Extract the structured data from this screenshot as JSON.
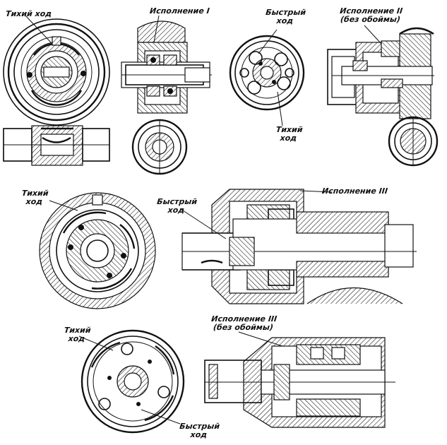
{
  "labels": {
    "slow_1": "Тихий ход",
    "variant_1": "Исполнение I",
    "fast_1_line1": "Быстрый",
    "fast_1_line2": "ход",
    "variant_2_line1": "Исполнение II",
    "variant_2_line2": "(без обоймы)",
    "slow_2_line1": "Тихий",
    "slow_2_line2": "ход",
    "slow_3_line1": "Тихий",
    "slow_3_line2": "ход",
    "fast_2_line1": "Быстрый",
    "fast_2_line2": "ход",
    "variant_3": "Исполнение III",
    "variant_3b_line1": "Исполнение III",
    "variant_3b_line2": "(без обоймы)",
    "slow_4_line1": "Тихий",
    "slow_4_line2": "ход",
    "fast_3_line1": "Быстрый",
    "fast_3_line2": "ход"
  },
  "colors": {
    "ink": "#111111",
    "paper": "#ffffff"
  }
}
